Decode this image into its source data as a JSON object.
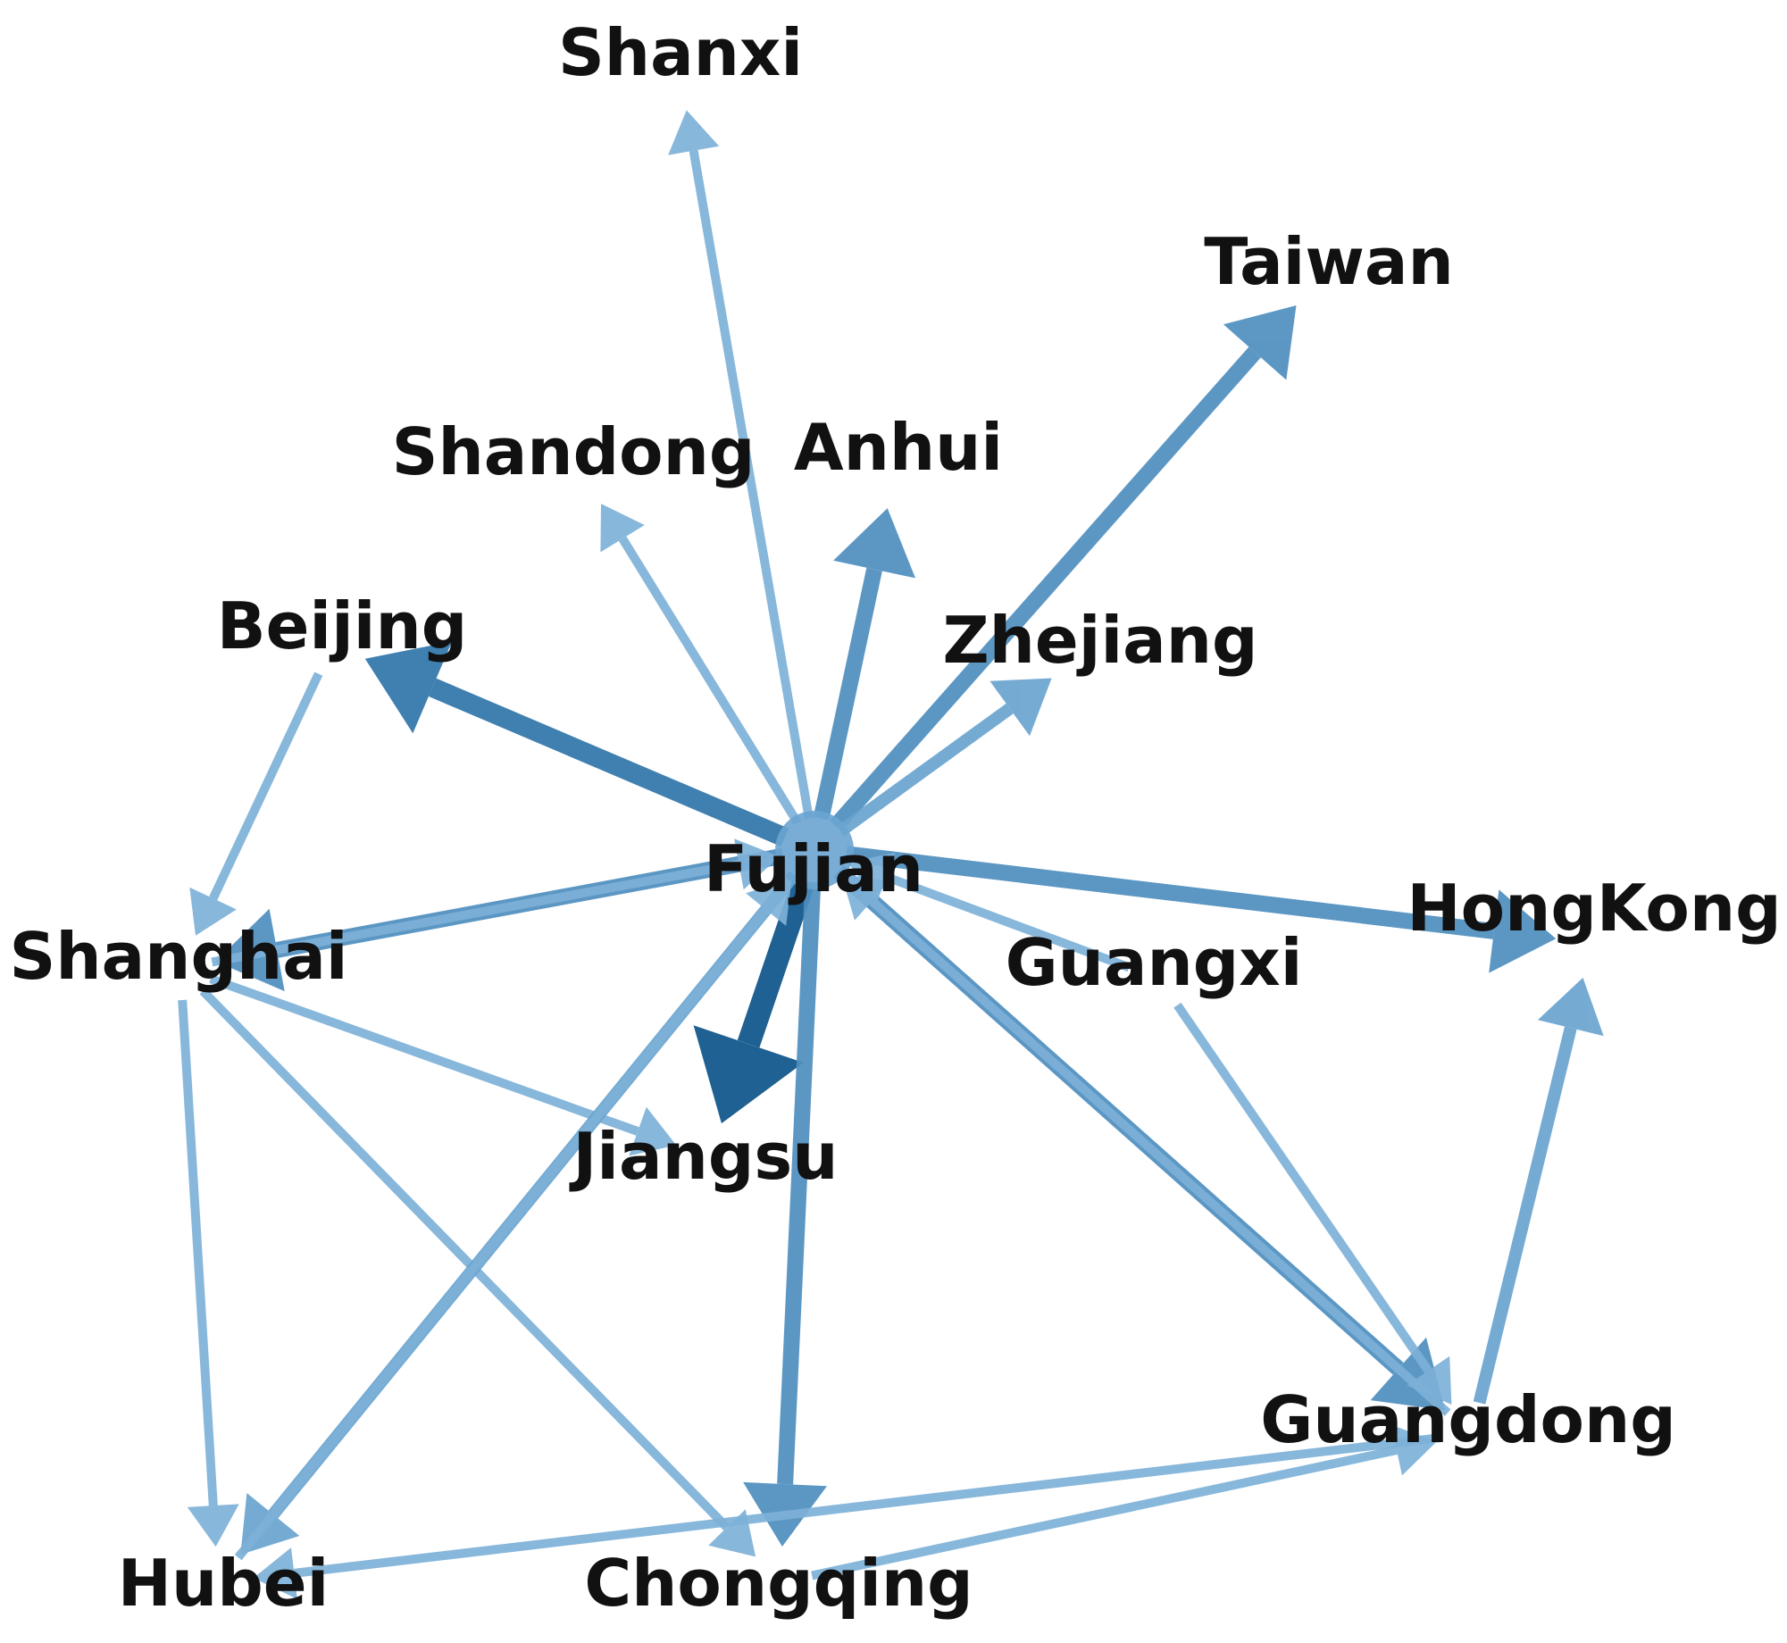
{
  "nodes": [
    {
      "id": "shanxi",
      "label": "Shanxi"
    },
    {
      "id": "taiwan",
      "label": "Taiwan"
    },
    {
      "id": "shandong",
      "label": "Shandong"
    },
    {
      "id": "anhui",
      "label": "Anhui"
    },
    {
      "id": "beijing",
      "label": "Beijing"
    },
    {
      "id": "zhejiang",
      "label": "Zhejiang"
    },
    {
      "id": "fujian",
      "label": "Fujian"
    },
    {
      "id": "shanghai",
      "label": "Shanghai"
    },
    {
      "id": "guangxi",
      "label": "Guangxi"
    },
    {
      "id": "hongkong",
      "label": "HongKong"
    },
    {
      "id": "jiangsu",
      "label": "Jiangsu"
    },
    {
      "id": "guangdong",
      "label": "Guangdong"
    },
    {
      "id": "hubei",
      "label": "Hubei"
    },
    {
      "id": "chongqing",
      "label": "Chongqing"
    }
  ],
  "edges": [
    {
      "from": "fujian",
      "to": "shanxi",
      "weight": 1
    },
    {
      "from": "fujian",
      "to": "taiwan",
      "weight": 3
    },
    {
      "from": "fujian",
      "to": "shandong",
      "weight": 1
    },
    {
      "from": "fujian",
      "to": "anhui",
      "weight": 3
    },
    {
      "from": "fujian",
      "to": "zhejiang",
      "weight": 2
    },
    {
      "from": "fujian",
      "to": "beijing",
      "weight": 4
    },
    {
      "from": "fujian",
      "to": "shanghai",
      "weight": 3
    },
    {
      "from": "shanghai",
      "to": "fujian",
      "weight": 1
    },
    {
      "from": "fujian",
      "to": "hongkong",
      "weight": 3
    },
    {
      "from": "fujian",
      "to": "jiangsu",
      "weight": 5
    },
    {
      "from": "fujian",
      "to": "chongqing",
      "weight": 3
    },
    {
      "from": "fujian",
      "to": "guangdong",
      "weight": 3
    },
    {
      "from": "guangdong",
      "to": "fujian",
      "weight": 1
    },
    {
      "from": "guangxi",
      "to": "fujian",
      "weight": 1
    },
    {
      "from": "beijing",
      "to": "shanghai",
      "weight": 1
    },
    {
      "from": "shanghai",
      "to": "hubei",
      "weight": 1
    },
    {
      "from": "shanghai",
      "to": "chongqing",
      "weight": 1
    },
    {
      "from": "shanghai",
      "to": "jiangsu",
      "weight": 1
    },
    {
      "from": "fujian",
      "to": "hubei",
      "weight": 2
    },
    {
      "from": "hubei",
      "to": "fujian",
      "weight": 1
    },
    {
      "from": "guangxi",
      "to": "guangdong",
      "weight": 1
    },
    {
      "from": "guangdong",
      "to": "hongkong",
      "weight": 2
    },
    {
      "from": "guangdong",
      "to": "hubei",
      "weight": 1
    },
    {
      "from": "chongqing",
      "to": "guangdong",
      "weight": 1
    }
  ]
}
